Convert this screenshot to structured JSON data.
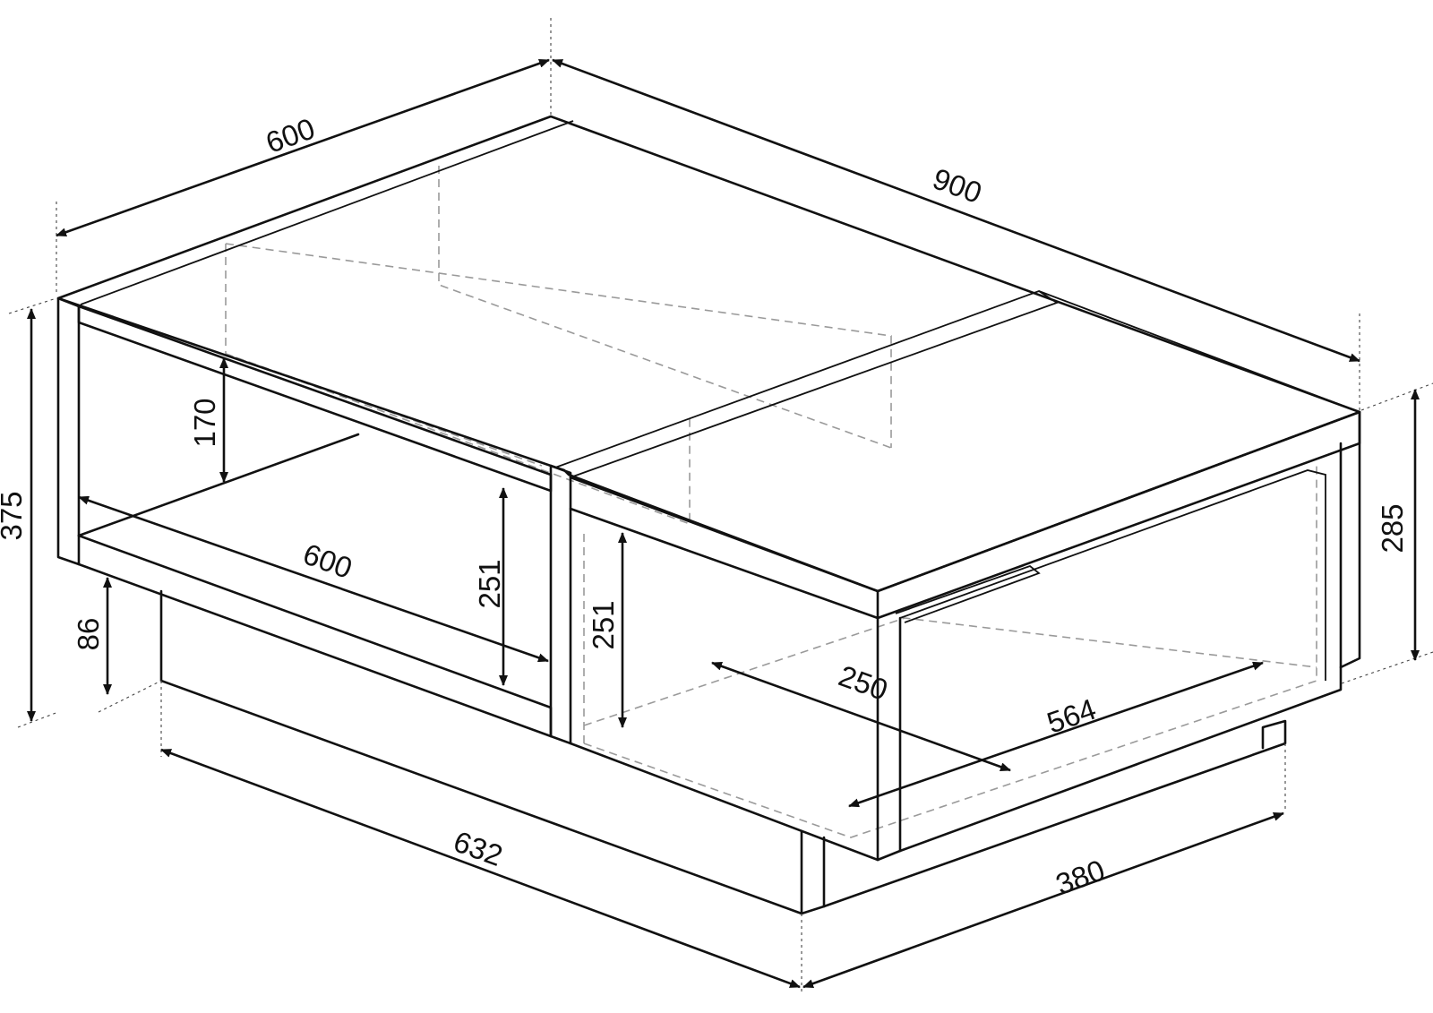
{
  "dimensions": {
    "top_depth": "600",
    "top_length": "900",
    "total_height": "375",
    "top_height": "285",
    "shelf_clearance": "170",
    "inner_height_left": "251",
    "inner_height_right": "251",
    "shelf_depth": "600",
    "base_height": "86",
    "drawer_depth": "250",
    "drawer_width": "564",
    "base_length": "632",
    "base_width": "380"
  }
}
